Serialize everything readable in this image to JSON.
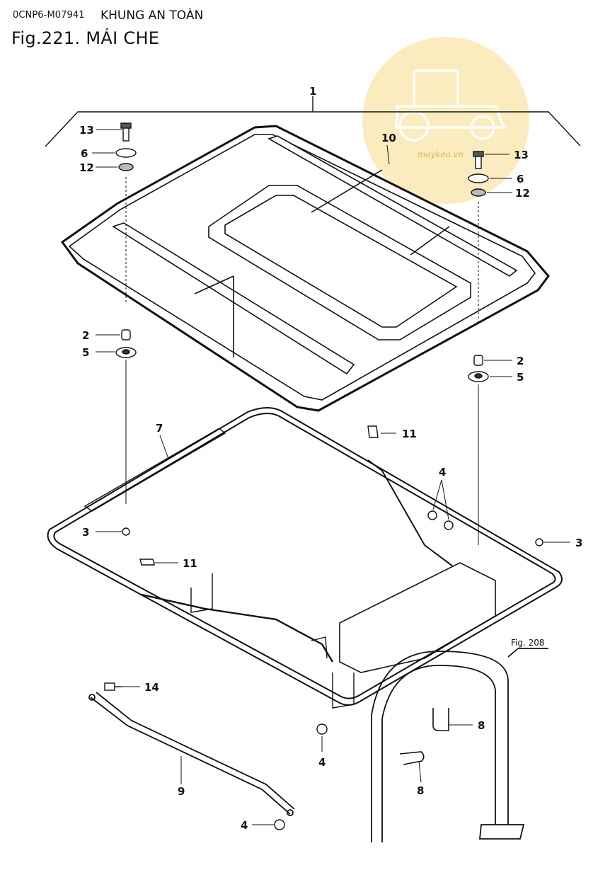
{
  "header": {
    "doc_code": "0CNP6-M07941",
    "section": "KHUNG AN TOÀN",
    "figure_title": "Fig.221.  MÁI CHE"
  },
  "watermark": {
    "text": "maykeo.vn",
    "color": "#f6dc8a",
    "icon": "tractor-icon"
  },
  "callouts": [
    {
      "id": "callout-1",
      "label": "1"
    },
    {
      "id": "callout-13-left",
      "label": "13"
    },
    {
      "id": "callout-6-left",
      "label": "6"
    },
    {
      "id": "callout-12-left",
      "label": "12"
    },
    {
      "id": "callout-10",
      "label": "10"
    },
    {
      "id": "callout-13-right",
      "label": "13"
    },
    {
      "id": "callout-6-right",
      "label": "6"
    },
    {
      "id": "callout-12-right",
      "label": "12"
    },
    {
      "id": "callout-2-left",
      "label": "2"
    },
    {
      "id": "callout-5-left",
      "label": "5"
    },
    {
      "id": "callout-2-right",
      "label": "2"
    },
    {
      "id": "callout-5-right",
      "label": "5"
    },
    {
      "id": "callout-7",
      "label": "7"
    },
    {
      "id": "callout-11-top",
      "label": "11"
    },
    {
      "id": "callout-4-top",
      "label": "4"
    },
    {
      "id": "callout-3-left",
      "label": "3"
    },
    {
      "id": "callout-3-right",
      "label": "3"
    },
    {
      "id": "callout-11-mid",
      "label": "11"
    },
    {
      "id": "callout-14",
      "label": "14"
    },
    {
      "id": "callout-8-upper",
      "label": "8"
    },
    {
      "id": "callout-4-mid",
      "label": "4"
    },
    {
      "id": "callout-9",
      "label": "9"
    },
    {
      "id": "callout-8-lower",
      "label": "8"
    },
    {
      "id": "callout-4-bottom",
      "label": "4"
    }
  ],
  "reference": {
    "label": "Fig. 208"
  }
}
